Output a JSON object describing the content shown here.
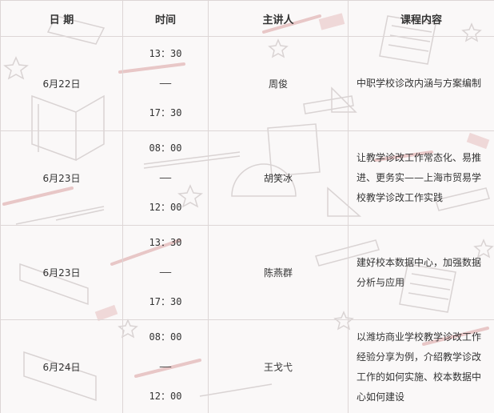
{
  "table": {
    "headers": {
      "date": "日  期",
      "time": "时间",
      "speaker": "主讲人",
      "content": "课程内容"
    },
    "rows": [
      {
        "date": "6月22日",
        "time_start": "13：30",
        "time_sep": "——",
        "time_end": "17：30",
        "speaker": "周俊",
        "content": "中职学校诊改内涵与方案编制"
      },
      {
        "date": "6月23日",
        "time_start": "08：00",
        "time_sep": "——",
        "time_end": "12：00",
        "speaker": "胡笑冰",
        "content": "让教学诊改工作常态化、易推进、更务实——上海市贸易学校教学诊改工作实践"
      },
      {
        "date": "6月23日",
        "time_start": "13：30",
        "time_sep": "——",
        "time_end": "17：30",
        "speaker": "陈燕群",
        "content": "建好校本数据中心，加强数据分析与应用"
      },
      {
        "date": "6月24日",
        "time_start": "08：00",
        "time_sep": "——",
        "time_end": "12：00",
        "speaker": "王戈弋",
        "content": "以潍坊商业学校教学诊改工作经验分享为例，介绍教学诊改工作的如何实施、校本数据中心如何建设"
      }
    ]
  }
}
